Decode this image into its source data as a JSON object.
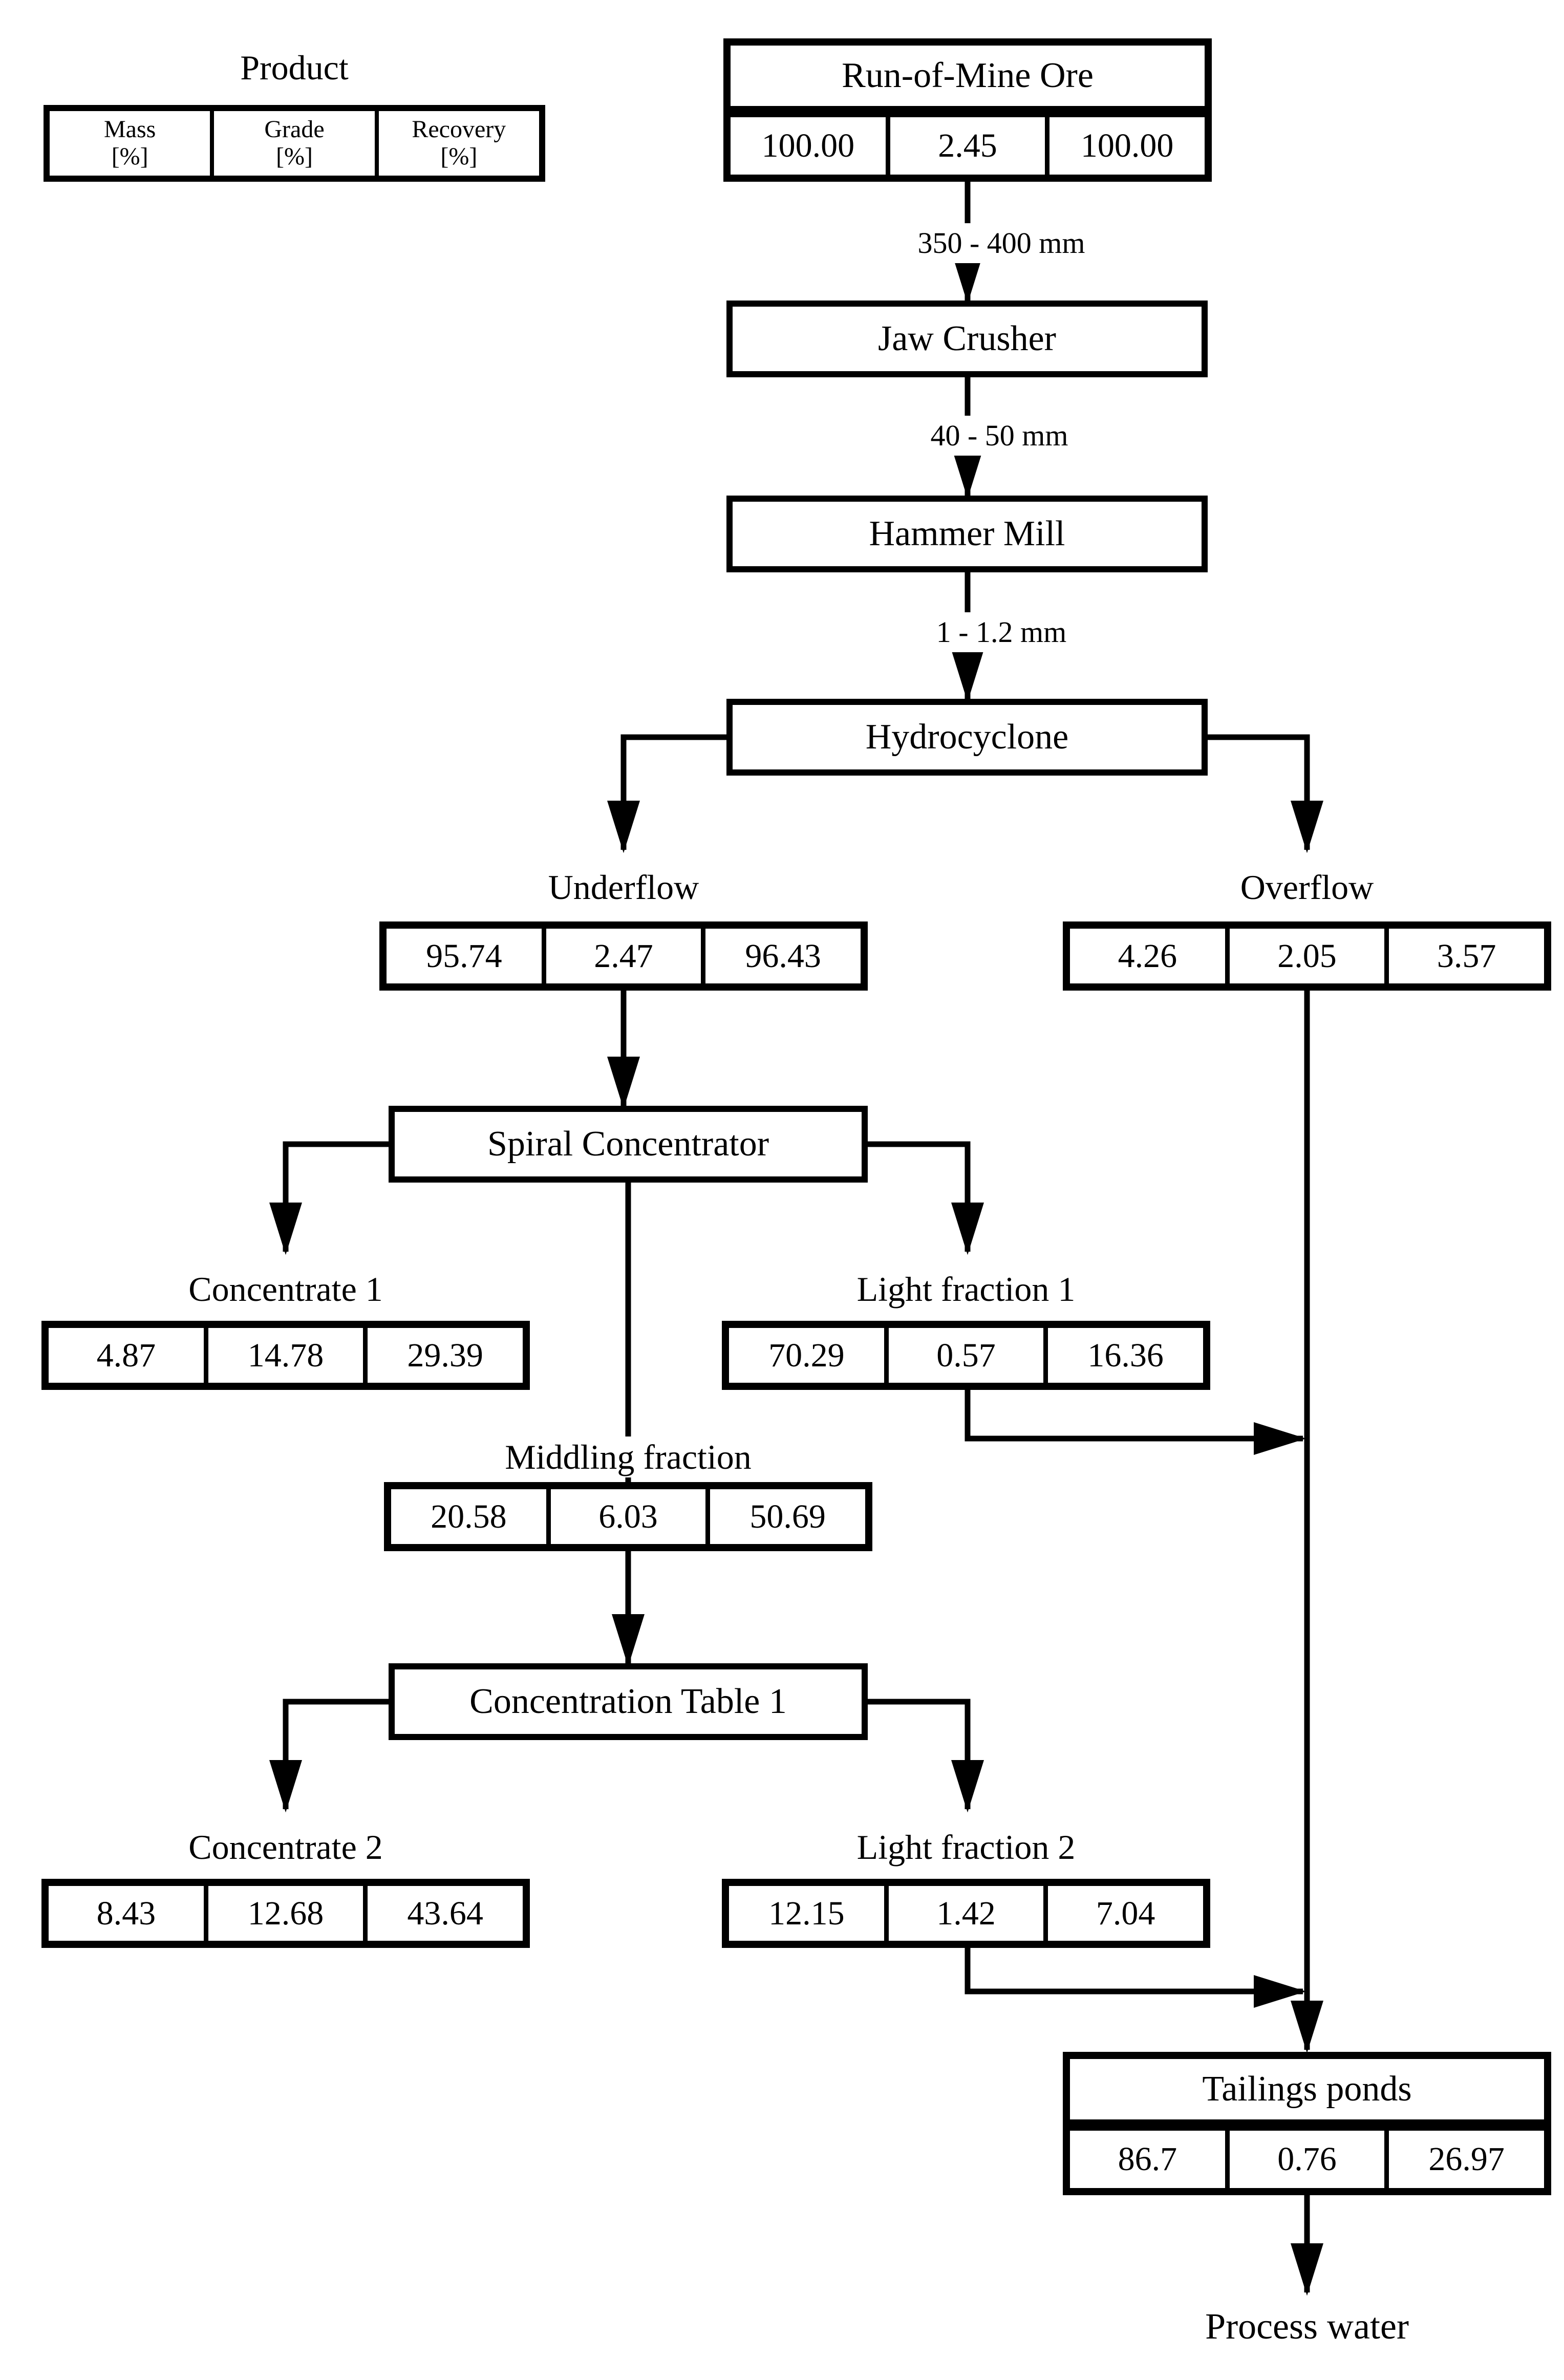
{
  "legend": {
    "title": "Product",
    "columns": [
      {
        "label": "Mass",
        "unit": "[%]"
      },
      {
        "label": "Grade",
        "unit": "[%]"
      },
      {
        "label": "Recovery",
        "unit": "[%]"
      }
    ]
  },
  "nodes": {
    "rom": {
      "title": "Run-of-Mine Ore",
      "mass": "100.00",
      "grade": "2.45",
      "recovery": "100.00"
    },
    "jaw_crusher": {
      "title": "Jaw Crusher"
    },
    "hammer_mill": {
      "title": "Hammer Mill"
    },
    "hydrocyclone": {
      "title": "Hydrocyclone"
    },
    "underflow": {
      "title": "Underflow",
      "mass": "95.74",
      "grade": "2.47",
      "recovery": "96.43"
    },
    "overflow": {
      "title": "Overflow",
      "mass": "4.26",
      "grade": "2.05",
      "recovery": "3.57"
    },
    "spiral_concentrator": {
      "title": "Spiral Concentrator"
    },
    "concentrate1": {
      "title": "Concentrate 1",
      "mass": "4.87",
      "grade": "14.78",
      "recovery": "29.39"
    },
    "light_fraction1": {
      "title": "Light fraction 1",
      "mass": "70.29",
      "grade": "0.57",
      "recovery": "16.36"
    },
    "middling_fraction": {
      "title": "Middling fraction",
      "mass": "20.58",
      "grade": "6.03",
      "recovery": "50.69"
    },
    "concentration_table1": {
      "title": "Concentration Table 1"
    },
    "concentrate2": {
      "title": "Concentrate 2",
      "mass": "8.43",
      "grade": "12.68",
      "recovery": "43.64"
    },
    "light_fraction2": {
      "title": "Light fraction 2",
      "mass": "12.15",
      "grade": "1.42",
      "recovery": "7.04"
    },
    "tailings_ponds": {
      "title": "Tailings ponds",
      "mass": "86.7",
      "grade": "0.76",
      "recovery": "26.97"
    },
    "process_water": {
      "title": "Process water"
    }
  },
  "edge_labels": {
    "rom_to_jaw": "350 - 400 mm",
    "jaw_to_hammer": "40 - 50 mm",
    "hammer_to_cyclone": "1 - 1.2 mm"
  },
  "colors": {
    "line": "#000000",
    "background": "#ffffff",
    "box_fill": "#ffffff"
  }
}
